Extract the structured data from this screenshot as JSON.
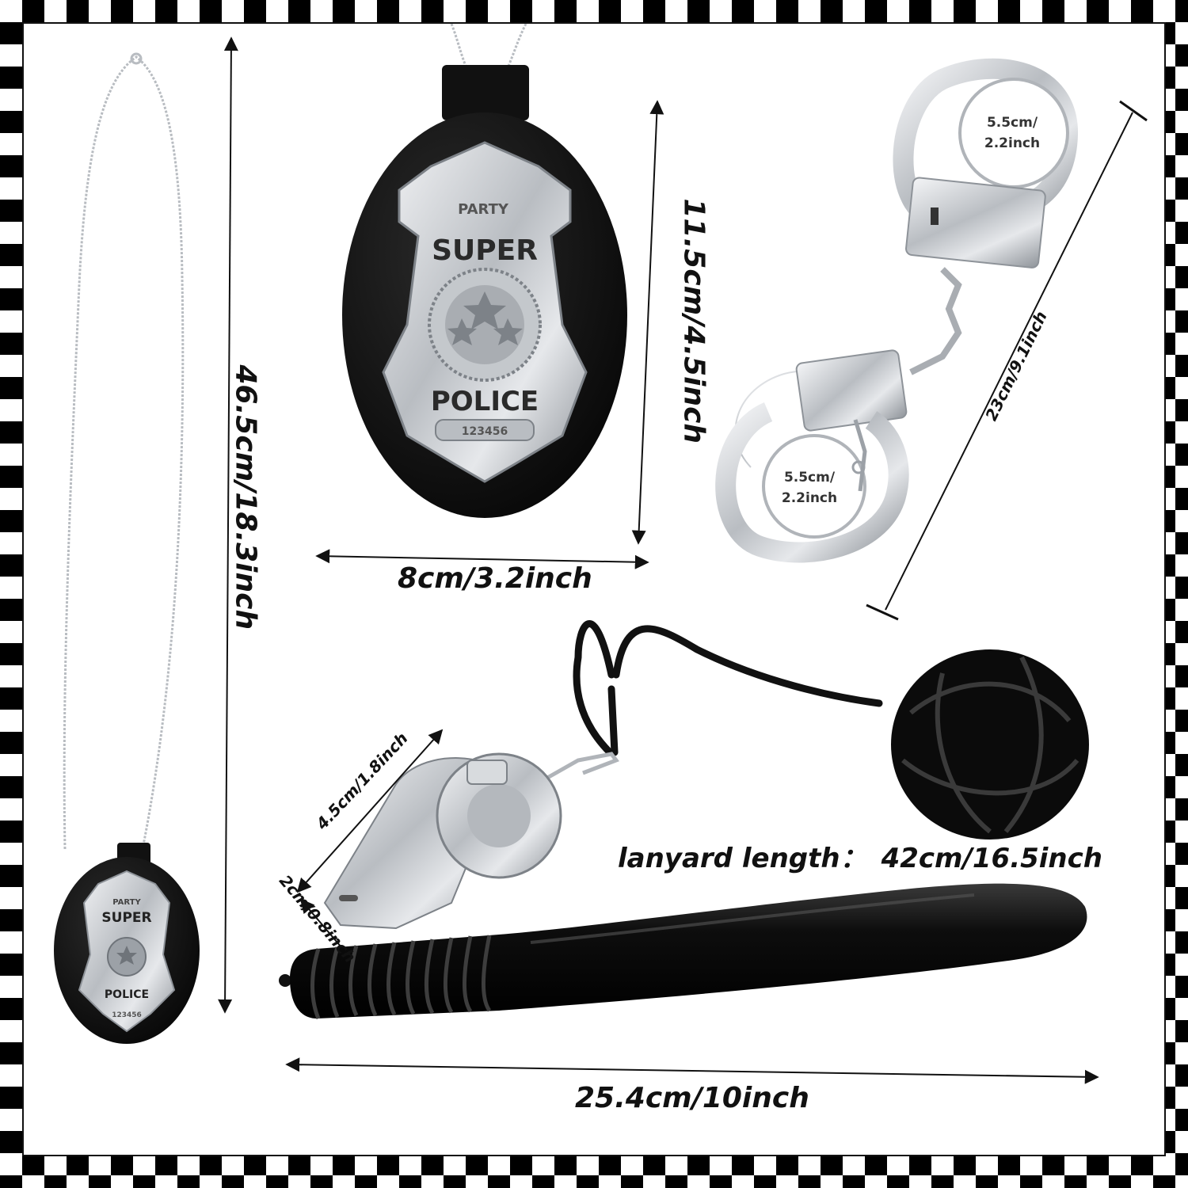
{
  "necklace": {
    "length_label": "46.5cm/18.3inch",
    "badge_top": "PARTY",
    "badge_word1": "SUPER",
    "badge_word2": "POLICE",
    "badge_number": "123456"
  },
  "badge_holder": {
    "height_label": "11.5cm/4.5inch",
    "width_label": "8cm/3.2inch",
    "badge_top": "PARTY",
    "badge_word1": "SUPER",
    "badge_word2": "POLICE",
    "badge_number": "123456"
  },
  "handcuffs": {
    "ring_top_line1": "5.5cm/",
    "ring_top_line2": "2.2inch",
    "ring_bottom_line1": "5.5cm/",
    "ring_bottom_line2": "2.2inch",
    "length_label": "23cm/9.1inch"
  },
  "whistle": {
    "length_label": "4.5cm/1.8inch",
    "width_label": "2cm/0.8inch",
    "lanyard_label": "lanyard length：",
    "lanyard_value": "42cm/16.5inch"
  },
  "baton": {
    "length_label": "25.4cm/10inch"
  },
  "colors": {
    "leather": "#111111",
    "silver": "#c9ccd0",
    "frame": "#000000"
  }
}
